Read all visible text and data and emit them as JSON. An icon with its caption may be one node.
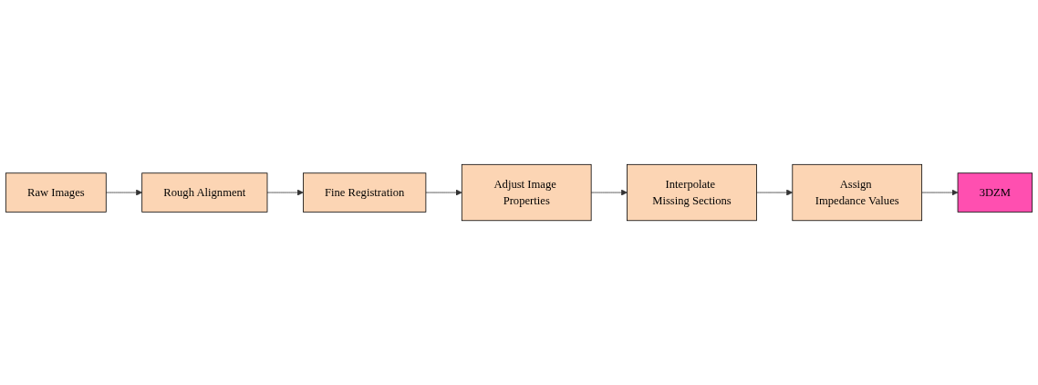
{
  "diagram": {
    "nodes": [
      {
        "text": [
          "Raw Images"
        ]
      },
      {
        "text": [
          "Rough Alignment"
        ]
      },
      {
        "text": [
          "Fine Registration"
        ]
      },
      {
        "text": [
          "Adjust Image Properties"
        ]
      },
      {
        "text": [
          "Interpolate Missing Sections"
        ]
      },
      {
        "text": [
          "Assign Impedance Values"
        ]
      },
      {
        "text": [
          "3DZM"
        ]
      }
    ],
    "edges": [
      {
        "from": 0,
        "to": 1,
        "arrow": "to"
      },
      {
        "from": 1,
        "to": 2,
        "arrow": "to"
      },
      {
        "from": 2,
        "to": 3,
        "arrow": "to"
      },
      {
        "from": 3,
        "to": 4,
        "arrow": "to"
      },
      {
        "from": 4,
        "to": 5,
        "arrow": "to"
      },
      {
        "from": 5,
        "to": 6,
        "arrow": "to"
      }
    ]
  }
}
